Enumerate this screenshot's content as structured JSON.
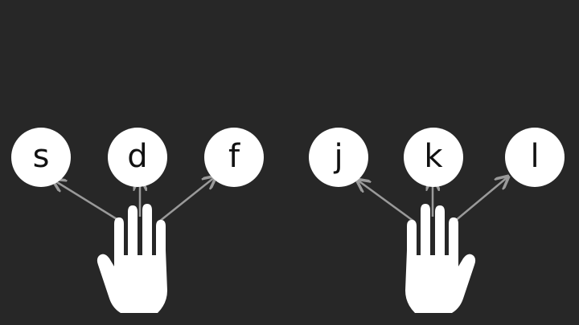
{
  "colors": {
    "background": "#272727",
    "key_fill": "#ffffff",
    "key_text": "#111111",
    "hand": "#ffffff",
    "arrow": "#9a9a9a"
  },
  "left_group": {
    "keys": [
      "s",
      "d",
      "f"
    ],
    "hand_icon": "left-hand-icon"
  },
  "right_group": {
    "keys": [
      "j",
      "k",
      "l"
    ],
    "hand_icon": "right-hand-icon"
  }
}
